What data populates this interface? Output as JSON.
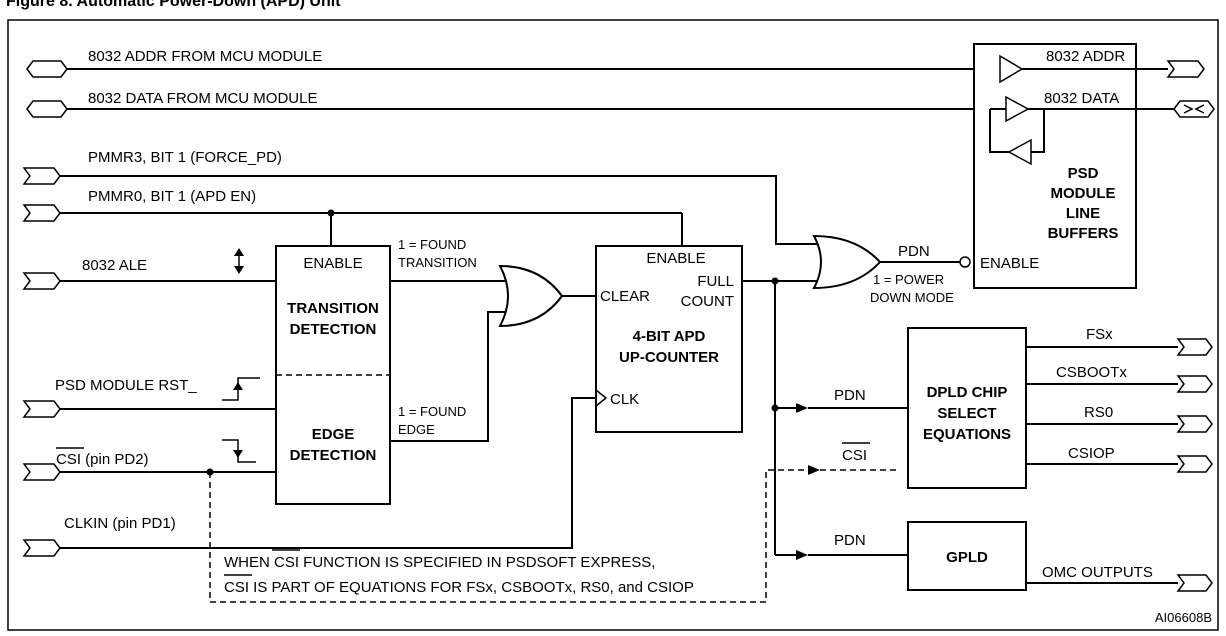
{
  "header": {
    "title_fragment": "Figure 8. Automatic Power-Down (APD) Unit"
  },
  "inputs": {
    "addr": "8032 ADDR FROM MCU MODULE",
    "data": "8032 DATA FROM MCU MODULE",
    "pmmr3": "PMMR3, BIT 1 (FORCE_PD)",
    "pmmr0": "PMMR0, BIT 1 (APD EN)",
    "ale": "8032 ALE",
    "rst": "PSD MODULE RST_",
    "csi_bar": "CSI",
    "csi_rest": " (pin PD2)",
    "clkin": "CLKIN (pin PD1)"
  },
  "transition_block": {
    "enable": "ENABLE",
    "title_line1": "TRANSITION",
    "title_line2": "DETECTION",
    "edge_line1": "EDGE",
    "edge_line2": "DETECTION"
  },
  "notes": {
    "found_transition_1": "1 = FOUND",
    "found_transition_2": "TRANSITION",
    "found_edge_1": "1 = FOUND",
    "found_edge_2": "EDGE",
    "power_down_1": "1 = POWER",
    "power_down_2": "DOWN MODE"
  },
  "counter": {
    "enable": "ENABLE",
    "full": "FULL",
    "count": "COUNT",
    "clear": "CLEAR",
    "clk": "CLK",
    "title_line1": "4-BIT APD",
    "title_line2": "UP-COUNTER"
  },
  "pdn_label": "PDN",
  "buffers": {
    "addr": "8032 ADDR",
    "data": "8032 DATA",
    "title_line1": "PSD",
    "title_line2": "MODULE",
    "title_line3": "LINE",
    "title_line4": "BUFFERS",
    "enable": "ENABLE"
  },
  "dpld": {
    "pdn": "PDN",
    "csi": "CSI",
    "title_line1": "DPLD CHIP",
    "title_line2": "SELECT",
    "title_line3": "EQUATIONS",
    "outputs": [
      "FSx",
      "CSBOOTx",
      "RS0",
      "CSIOP"
    ]
  },
  "gpld": {
    "pdn": "PDN",
    "title": "GPLD",
    "output": "OMC OUTPUTS"
  },
  "footnote": {
    "line1_pre": "WHEN ",
    "line1_bar": "CSI",
    "line1_post": " FUNCTION IS SPECIFIED IN PSDSOFT EXPRESS,",
    "line2_bar": "CSI",
    "line2_post": " IS PART OF EQUATIONS FOR FSx, CSBOOTx, RS0, and CSIOP"
  },
  "figure_id": "AI06608B"
}
